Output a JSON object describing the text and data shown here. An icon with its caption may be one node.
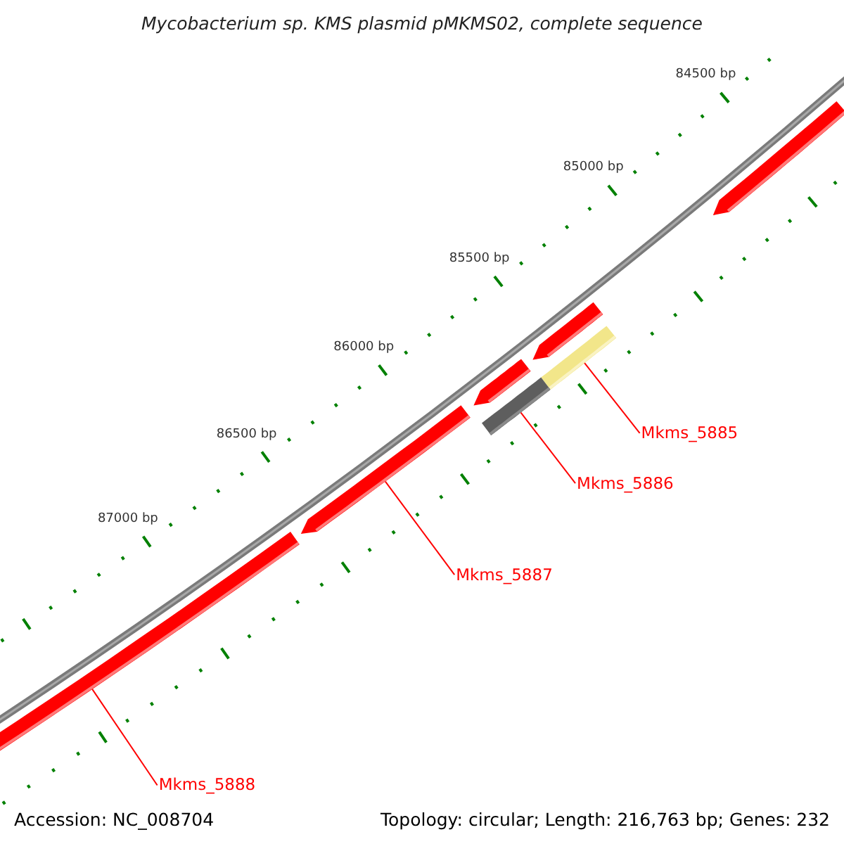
{
  "diagram": {
    "title": "Mycobacterium sp. KMS plasmid pMKMS02, complete sequence",
    "nodes": [
      {
        "text": [],
        "shape": "bar"
      },
      {
        "text": [],
        "shape": "bar"
      },
      {
        "text": [],
        "shape": "bar"
      },
      {
        "text": [],
        "shape": "bar"
      },
      {
        "text": [],
        "shape": "bar"
      },
      {
        "text": [],
        "shape": "bar"
      },
      {
        "text": [],
        "shape": "bar"
      },
      {
        "text": [
          "Mkms_5885"
        ]
      },
      {
        "text": [
          "Mkms_5886"
        ]
      },
      {
        "text": [
          "Mkms_5887"
        ]
      },
      {
        "text": [
          "Mkms_5888"
        ]
      }
    ],
    "edges": [
      {
        "from": 7,
        "to": 5,
        "arrow": "none"
      },
      {
        "from": 8,
        "to": 6,
        "arrow": "none"
      },
      {
        "from": 9,
        "to": 3,
        "arrow": "none"
      },
      {
        "from": 10,
        "to": 4,
        "arrow": "none"
      }
    ],
    "labels": [
      "84500 bp",
      "85000 bp",
      "85500 bp",
      "86000 bp",
      "86500 bp",
      "87000 bp",
      "Accession: NC_008704",
      "Topology: circular; Length: 216,763 bp; Genes: 232"
    ]
  }
}
